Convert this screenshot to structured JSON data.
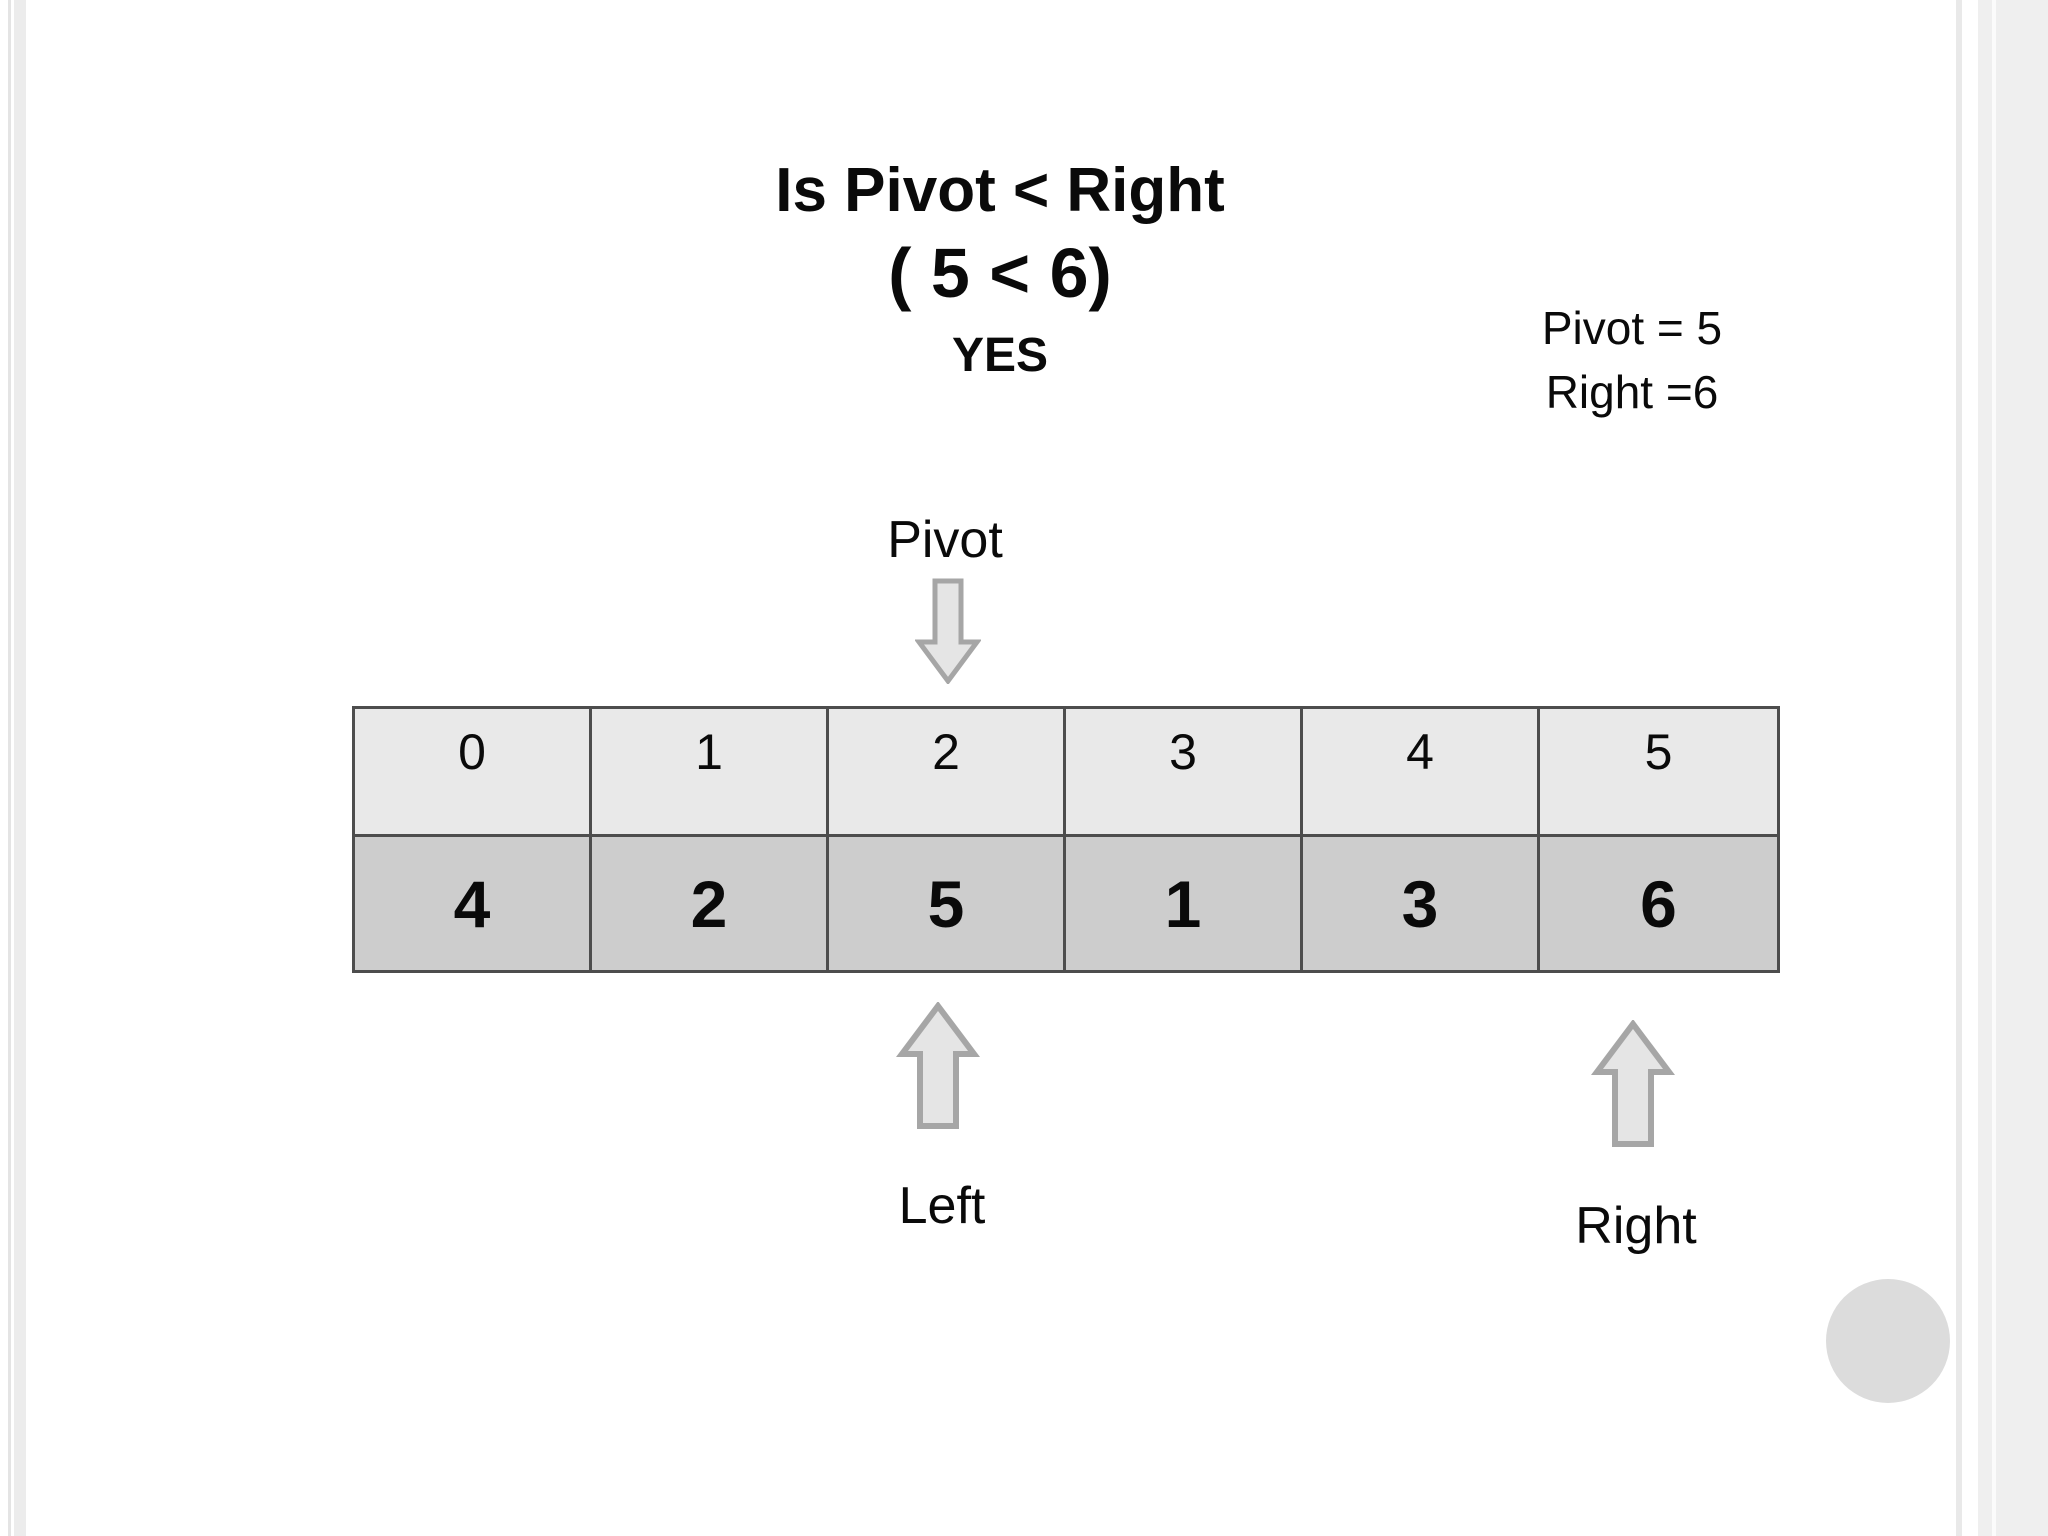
{
  "slide": {
    "header": {
      "question": "Is Pivot < Right",
      "comparison": "( 5 < 6)",
      "answer": "YES"
    },
    "variables": {
      "pivot": "Pivot = 5",
      "right": "Right =6"
    },
    "pointer_labels": {
      "pivot": "Pivot",
      "left": "Left",
      "right": "Right"
    },
    "array_table": {
      "indices": [
        "0",
        "1",
        "2",
        "3",
        "4",
        "5"
      ],
      "values": [
        "4",
        "2",
        "5",
        "1",
        "3",
        "6"
      ]
    },
    "colors": {
      "index_row_bg": "#e9e9e9",
      "value_row_bg": "#cdcdcd",
      "table_border": "#4d4d4d",
      "arrow_fill": "#e5e5e5",
      "arrow_stroke": "#a6a6a6",
      "decorative_circle": "#dcdcdc"
    }
  }
}
